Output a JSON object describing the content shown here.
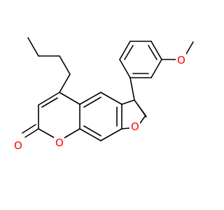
{
  "molecule": {
    "atoms": {
      "carbonyl_oxygen": {
        "label": "O",
        "color": "#ff0000"
      },
      "pyranone_oxygen": {
        "label": "O",
        "color": "#ff0000"
      },
      "furan_oxygen": {
        "label": "O",
        "color": "#ff0000"
      },
      "methoxy_oxygen": {
        "label": "O",
        "color": "#ff0000"
      }
    },
    "bond_color": "#000000"
  }
}
